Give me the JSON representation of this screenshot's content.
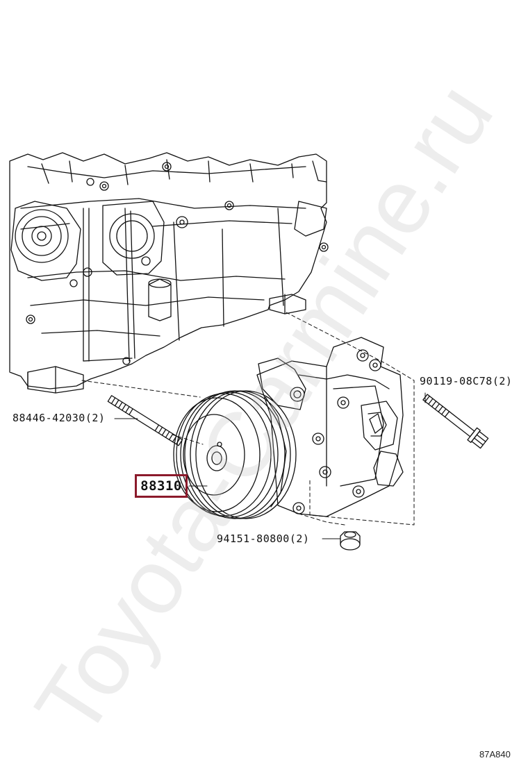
{
  "labels": {
    "part_90119": "90119-08C78(2)",
    "part_88446": "88446-42030(2)",
    "part_94151": "94151-80800(2)",
    "part_88310": "88310",
    "diagram_code": "87A840"
  },
  "watermark": "Toyota-Carmine.ru",
  "colors": {
    "highlight_border": "#8b1a2b",
    "line": "#111111"
  }
}
